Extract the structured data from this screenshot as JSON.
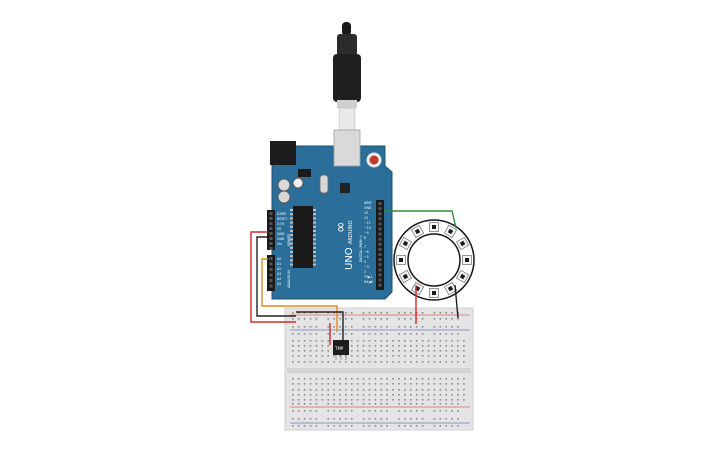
{
  "arduino": {
    "brand": "ARDUINO",
    "model": "UNO",
    "logo_symbol": "∞",
    "left_header_labels": [
      "IOREF",
      "RESET",
      "3.3V",
      "5V",
      "GND",
      "GND",
      "Vin"
    ],
    "analog_labels": [
      "A0",
      "A1",
      "A2",
      "A3",
      "A4",
      "A5"
    ],
    "power_label": "POWER",
    "analog_in_label": "ANALOG IN",
    "digital_label": "DIGITAL (PWM~)",
    "digital_top_labels": [
      "AREF",
      "GND",
      "13",
      "12",
      "~11",
      "~10",
      "~9",
      "8"
    ],
    "digital_bottom_labels": [
      "7",
      "~6",
      "~5",
      "4",
      "~3",
      "2",
      "TX▶1",
      "RX◀0"
    ]
  },
  "sensor": {
    "label": "TMP"
  },
  "neopixel_ring": {
    "led_count": 12
  },
  "colors": {
    "board": "#2a6e99",
    "breadboard": "#e4e4e4",
    "wire_red": "#d62828",
    "wire_black": "#222222",
    "wire_orange": "#e08a1e",
    "wire_green": "#2e8b3a"
  }
}
